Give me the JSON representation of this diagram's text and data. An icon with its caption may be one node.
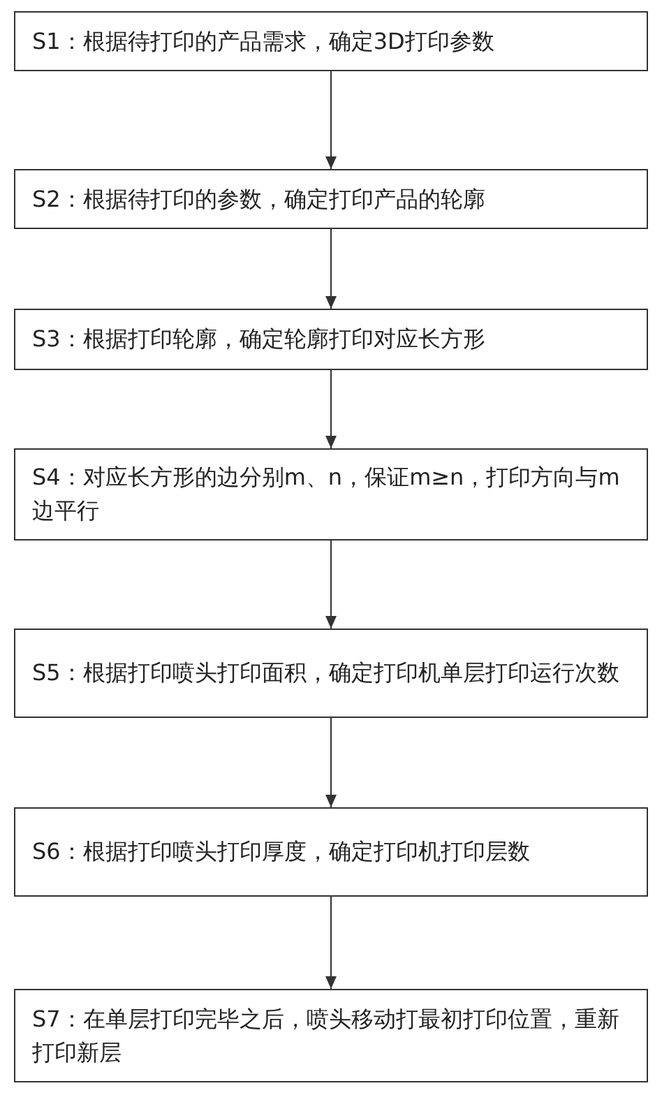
{
  "diagram": {
    "nodes": [
      {
        "text": [
          "S1：根据待打印的产品需求，确定3D打印参数"
        ]
      },
      {
        "text": [
          "S2：根据待打印的参数，确定打印产品的轮廓"
        ]
      },
      {
        "text": [
          "S3：根据打印轮廓，确定轮廓打印对应长方形"
        ]
      },
      {
        "text": [
          "S4：对应长方形的边分别m、n，保证m≥n，打印方向与m边平行"
        ]
      },
      {
        "text": [
          "S5：根据打印喷头打印面积，确定打印机单层打印运行次数"
        ]
      },
      {
        "text": [
          "S6：根据打印喷头打印厚度，确定打印机打印层数"
        ]
      },
      {
        "text": [
          "S7：在单层打印完毕之后，喷头移动打最初打印位置，重新打印新层"
        ]
      }
    ],
    "edges": [
      {
        "from": 0,
        "to": 1,
        "arrow": "to"
      },
      {
        "from": 1,
        "to": 2,
        "arrow": "to"
      },
      {
        "from": 2,
        "to": 3,
        "arrow": "to"
      },
      {
        "from": 3,
        "to": 4,
        "arrow": "to"
      },
      {
        "from": 4,
        "to": 5,
        "arrow": "to"
      },
      {
        "from": 5,
        "to": 6,
        "arrow": "to"
      }
    ]
  }
}
